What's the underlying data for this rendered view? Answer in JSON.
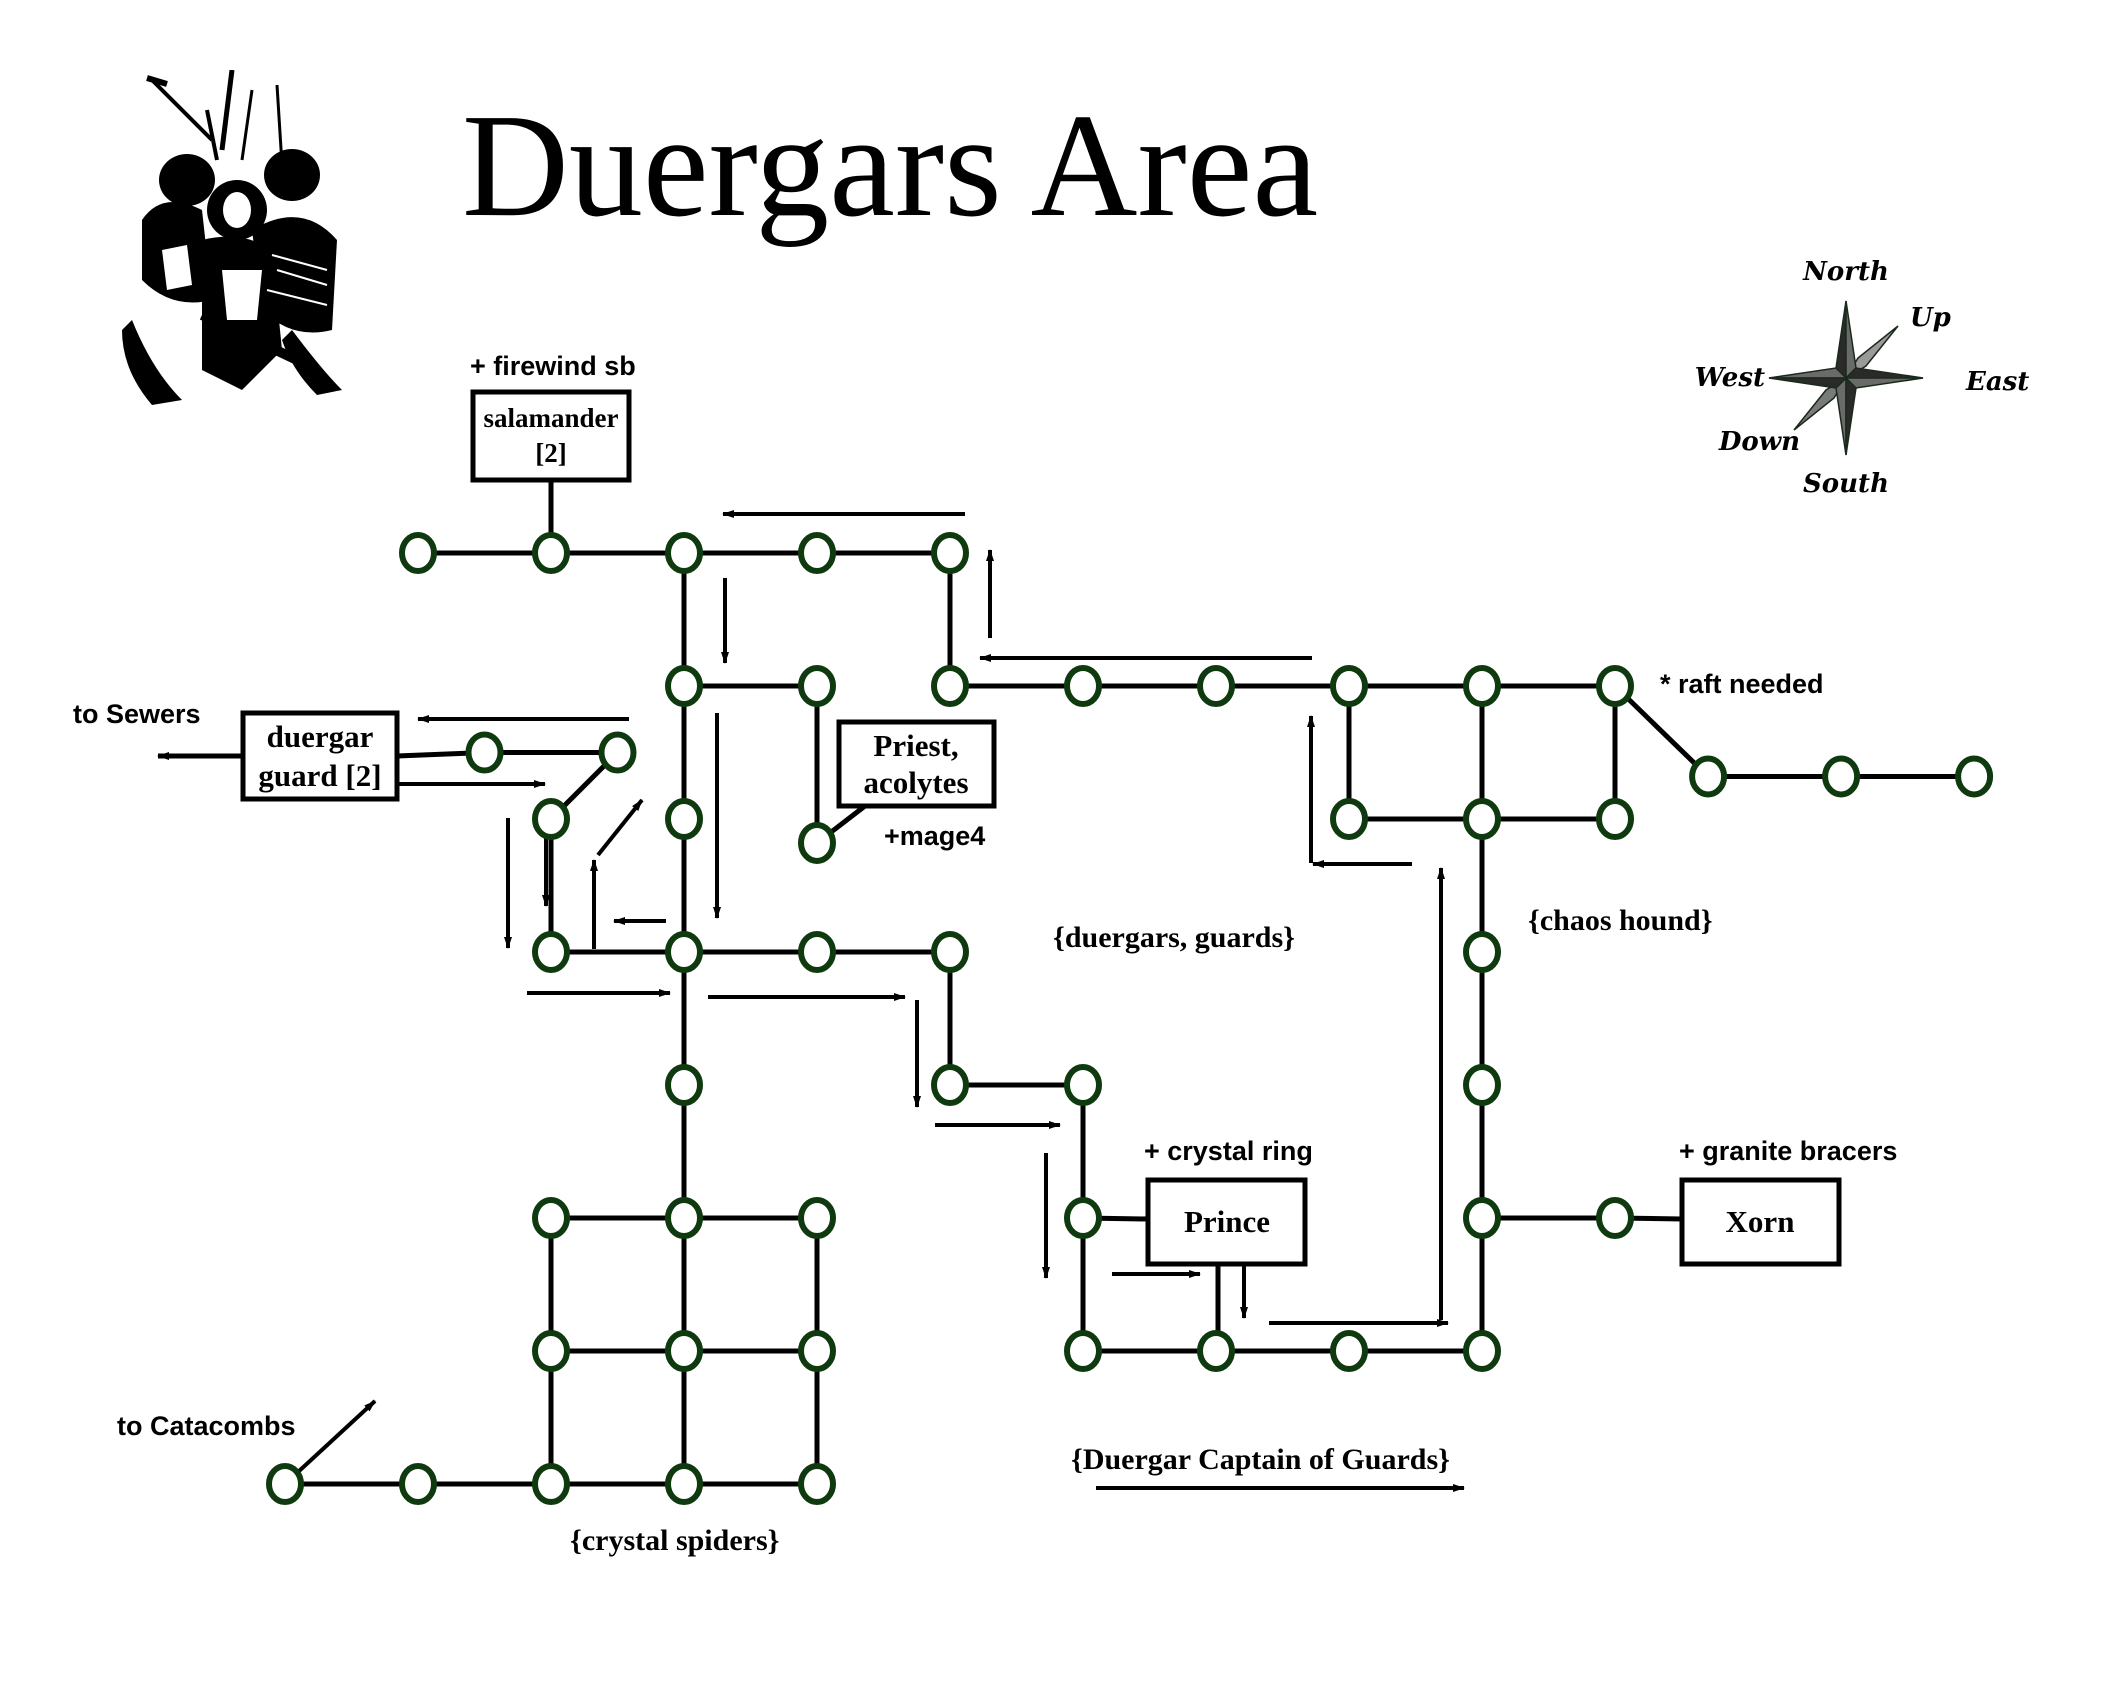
{
  "title": "Duergars Area",
  "colors": {
    "node_stroke": "#0f3a0f",
    "line": "#000000",
    "background": "#ffffff",
    "compass_dark": "#3a3a3a",
    "compass_light": "#8a8a8a"
  },
  "illustration": {
    "subject": "group of armored duergar dwarves with axes and spears",
    "icon": "duergar-illustration"
  },
  "compass": {
    "north": "North",
    "south": "South",
    "east": "East",
    "west": "West",
    "up": "Up",
    "down": "Down"
  },
  "map": {
    "unit_note": "room positions in map grid units (column, row)",
    "nodes": [
      {
        "id": "a1",
        "col": 1,
        "row": 0
      },
      {
        "id": "a2",
        "col": 2,
        "row": 0
      },
      {
        "id": "a3",
        "col": 3,
        "row": 0
      },
      {
        "id": "a4",
        "col": 4,
        "row": 0
      },
      {
        "id": "a5",
        "col": 5,
        "row": 0
      },
      {
        "id": "b3",
        "col": 3,
        "row": 1
      },
      {
        "id": "b4",
        "col": 4,
        "row": 1
      },
      {
        "id": "b5",
        "col": 5,
        "row": 1
      },
      {
        "id": "b6",
        "col": 6,
        "row": 1
      },
      {
        "id": "b7",
        "col": 7,
        "row": 1
      },
      {
        "id": "b8",
        "col": 8,
        "row": 1
      },
      {
        "id": "b9",
        "col": 9,
        "row": 1
      },
      {
        "id": "b10",
        "col": 10,
        "row": 1
      },
      {
        "id": "s1",
        "col": 1.5,
        "row": 1.5
      },
      {
        "id": "s2",
        "col": 2.5,
        "row": 1.5
      },
      {
        "id": "r1",
        "col": 10.7,
        "row": 1.68
      },
      {
        "id": "r2",
        "col": 11.7,
        "row": 1.68
      },
      {
        "id": "r3",
        "col": 12.7,
        "row": 1.68
      },
      {
        "id": "c2",
        "col": 2,
        "row": 2
      },
      {
        "id": "c3",
        "col": 3,
        "row": 2
      },
      {
        "id": "c4",
        "col": 4,
        "row": 2.18
      },
      {
        "id": "c8",
        "col": 8,
        "row": 2
      },
      {
        "id": "c9",
        "col": 9,
        "row": 2
      },
      {
        "id": "c10",
        "col": 10,
        "row": 2
      },
      {
        "id": "d2",
        "col": 2,
        "row": 3
      },
      {
        "id": "d3",
        "col": 3,
        "row": 3
      },
      {
        "id": "d4",
        "col": 4,
        "row": 3
      },
      {
        "id": "d5",
        "col": 5,
        "row": 3
      },
      {
        "id": "d9",
        "col": 9,
        "row": 3
      },
      {
        "id": "e3",
        "col": 3,
        "row": 4
      },
      {
        "id": "e5",
        "col": 5,
        "row": 4
      },
      {
        "id": "e6",
        "col": 6,
        "row": 4
      },
      {
        "id": "e9",
        "col": 9,
        "row": 4
      },
      {
        "id": "f2",
        "col": 2,
        "row": 5
      },
      {
        "id": "f3",
        "col": 3,
        "row": 5
      },
      {
        "id": "f4",
        "col": 4,
        "row": 5
      },
      {
        "id": "f6",
        "col": 6,
        "row": 5
      },
      {
        "id": "f9",
        "col": 9,
        "row": 5
      },
      {
        "id": "f10",
        "col": 10,
        "row": 5
      },
      {
        "id": "g2",
        "col": 2,
        "row": 6
      },
      {
        "id": "g3",
        "col": 3,
        "row": 6
      },
      {
        "id": "g4",
        "col": 4,
        "row": 6
      },
      {
        "id": "g6",
        "col": 6,
        "row": 6
      },
      {
        "id": "g7",
        "col": 7,
        "row": 6
      },
      {
        "id": "g8",
        "col": 8,
        "row": 6
      },
      {
        "id": "g9",
        "col": 9,
        "row": 6
      },
      {
        "id": "h0",
        "col": 0,
        "row": 7
      },
      {
        "id": "h1",
        "col": 1,
        "row": 7
      },
      {
        "id": "h2",
        "col": 2,
        "row": 7
      },
      {
        "id": "h3",
        "col": 3,
        "row": 7
      },
      {
        "id": "h4",
        "col": 4,
        "row": 7
      }
    ],
    "edges": [
      [
        "a1",
        "a2"
      ],
      [
        "a2",
        "a3"
      ],
      [
        "a3",
        "a4"
      ],
      [
        "a4",
        "a5"
      ],
      [
        "a3",
        "b3"
      ],
      [
        "a5",
        "b5"
      ],
      [
        "b3",
        "b4"
      ],
      [
        "b5",
        "b6"
      ],
      [
        "b6",
        "b7"
      ],
      [
        "b7",
        "b8"
      ],
      [
        "b8",
        "b9"
      ],
      [
        "b9",
        "b10"
      ],
      [
        "b3",
        "c3"
      ],
      [
        "b4",
        "c4"
      ],
      [
        "b8",
        "c8"
      ],
      [
        "b9",
        "c9"
      ],
      [
        "b10",
        "c10"
      ],
      [
        "c8",
        "c9"
      ],
      [
        "c9",
        "c10"
      ],
      [
        "b10",
        "r1"
      ],
      [
        "r1",
        "r2"
      ],
      [
        "r2",
        "r3"
      ],
      [
        "s1",
        "s2"
      ],
      [
        "s2",
        "c2"
      ],
      [
        "c2",
        "d2"
      ],
      [
        "c3",
        "d3"
      ],
      [
        "d2",
        "d3"
      ],
      [
        "d3",
        "d4"
      ],
      [
        "d4",
        "d5"
      ],
      [
        "c9",
        "d9"
      ],
      [
        "d9",
        "e9"
      ],
      [
        "e9",
        "f9"
      ],
      [
        "f9",
        "f10"
      ],
      [
        "f9",
        "g9"
      ],
      [
        "d3",
        "e3"
      ],
      [
        "e3",
        "f3"
      ],
      [
        "d5",
        "e5"
      ],
      [
        "e5",
        "e6"
      ],
      [
        "e6",
        "f6"
      ],
      [
        "f6",
        "g6"
      ],
      [
        "g6",
        "g7"
      ],
      [
        "g7",
        "g8"
      ],
      [
        "g8",
        "g9"
      ],
      [
        "f2",
        "f3"
      ],
      [
        "f3",
        "f4"
      ],
      [
        "f2",
        "g2"
      ],
      [
        "f3",
        "g3"
      ],
      [
        "f4",
        "g4"
      ],
      [
        "g2",
        "g3"
      ],
      [
        "g3",
        "g4"
      ],
      [
        "g2",
        "h2"
      ],
      [
        "g3",
        "h3"
      ],
      [
        "g4",
        "h4"
      ],
      [
        "h0",
        "h1"
      ],
      [
        "h1",
        "h2"
      ],
      [
        "h2",
        "h3"
      ],
      [
        "h3",
        "h4"
      ]
    ],
    "boxes": [
      {
        "id": "salamander",
        "lines": [
          "salamander",
          "[2]"
        ],
        "note": "+ firewind sb",
        "attached_to": "a2"
      },
      {
        "id": "duergar-guard",
        "lines": [
          "duergar",
          "guard [2]"
        ],
        "note": "",
        "attached_to": "s1"
      },
      {
        "id": "priest",
        "lines": [
          "Priest,",
          "acolytes"
        ],
        "note": "+mage4",
        "attached_to": "c4"
      },
      {
        "id": "prince",
        "lines": [
          "Prince"
        ],
        "note": "+ crystal ring",
        "attached_to": "f6"
      },
      {
        "id": "xorn",
        "lines": [
          "Xorn"
        ],
        "note": "+ granite bracers",
        "attached_to": "f10"
      }
    ],
    "exits": [
      {
        "id": "to-sewers",
        "label": "to Sewers",
        "direction": "west"
      },
      {
        "id": "to-catacombs",
        "label": "to Catacombs",
        "direction": "northeast"
      }
    ],
    "notes": {
      "raft": "* raft needed"
    },
    "area_labels": [
      {
        "id": "duergars-guards",
        "text": "{duergars, guards}"
      },
      {
        "id": "chaos-hound",
        "text": "{chaos hound}"
      },
      {
        "id": "crystal-spiders",
        "text": "{crystal spiders}"
      },
      {
        "id": "duergar-captain",
        "text": "{Duergar Captain of Guards}"
      }
    ]
  }
}
